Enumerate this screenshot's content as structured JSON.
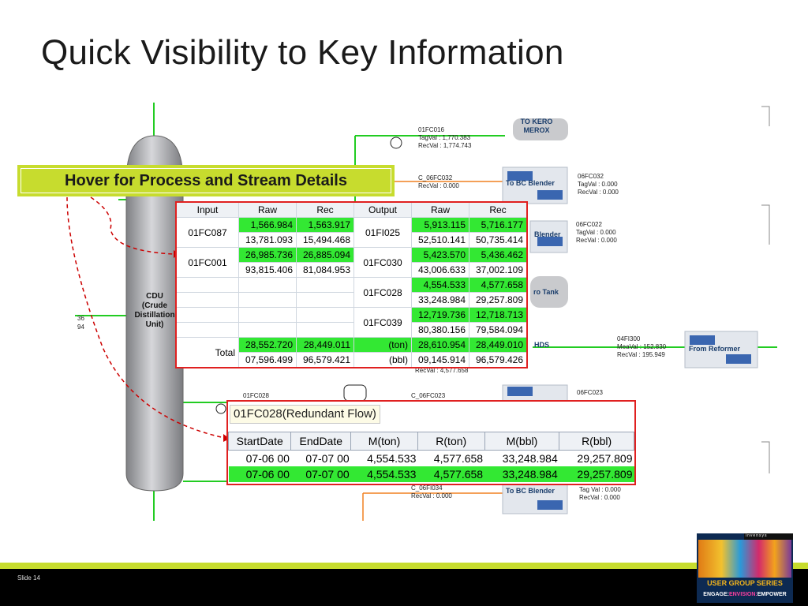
{
  "title": "Quick Visibility to Key Information",
  "banner": "Hover for Process and Stream Details",
  "cdu": {
    "line1": "CDU",
    "line2": "(Crude",
    "line3": "Distillation",
    "line4": "Unit)",
    "edge_top": "36",
    "edge_bottom": "94"
  },
  "streams": {
    "kero": {
      "tag": "01FC016",
      "tagval": "TagVal : 1,770.383",
      "recval": "RecVal : 1,774.743",
      "dest_line1": "TO KERO",
      "dest_line2": "MEROX"
    },
    "bc1": {
      "tag": "C_06FC032",
      "recval": "RecVal : 0.000",
      "dest": "To BC Blender",
      "right_tag": "06FC032",
      "right_tagval": "TagVal : 0.000",
      "right_recval": "RecVal : 0.000"
    },
    "blender2": {
      "dest": "Blender",
      "right_tag": "06FC022",
      "right_tagval": "TagVal : 0.000",
      "right_recval": "RecVal : 0.000"
    },
    "tank": {
      "dest": "ro Tank"
    },
    "hds": {
      "dest": "HDS",
      "recval": "RecVal : 4,577.658"
    },
    "reformer": {
      "tag": "04FI300",
      "meaval": "MeaVal : 152.830",
      "recval": "RecVal : 195.949",
      "dest": "From Reformer"
    },
    "lower": {
      "left_tag": "01FC028",
      "mid_tag": "C_06FC023",
      "right_tag": "06FC023"
    },
    "bc2": {
      "tag": "C_06FI034",
      "recval": "RecVal : 0.000",
      "dest": "To BC Blender",
      "right_tagval": "Tag Val : 0.000",
      "right_recval": "RecVal : 0.000"
    }
  },
  "flow_table": {
    "headers": [
      "Input",
      "Raw",
      "Rec",
      "Output",
      "Raw",
      "Rec"
    ],
    "input_groups": [
      {
        "name": "01FC087",
        "rows": [
          [
            "1,566.984",
            "1,563.917"
          ],
          [
            "13,781.093",
            "15,494.468"
          ]
        ]
      },
      {
        "name": "01FC001",
        "rows": [
          [
            "26,985.736",
            "26,885.094"
          ],
          [
            "93,815.406",
            "81,084.953"
          ]
        ]
      }
    ],
    "output_groups": [
      {
        "name": "01FI025",
        "rows": [
          [
            "5,913.115",
            "5,716.177"
          ],
          [
            "52,510.141",
            "50,735.414"
          ]
        ]
      },
      {
        "name": "01FC030",
        "rows": [
          [
            "5,423.570",
            "5,436.462"
          ],
          [
            "43,006.633",
            "37,002.109"
          ]
        ]
      },
      {
        "name": "01FC028",
        "rows": [
          [
            "4,554.533",
            "4,577.658"
          ],
          [
            "33,248.984",
            "29,257.809"
          ]
        ]
      },
      {
        "name": "01FC039",
        "rows": [
          [
            "12,719.736",
            "12,718.713"
          ],
          [
            "80,380.156",
            "79,584.094"
          ]
        ]
      }
    ],
    "total": {
      "label": "Total",
      "in_ton": [
        "28,552.720",
        "28,449.011"
      ],
      "in_bbl": [
        "07,596.499",
        "96,579.421"
      ],
      "unit_ton": "(ton)",
      "unit_bbl": "(bbl)",
      "out_ton": [
        "28,610.954",
        "28,449.010"
      ],
      "out_bbl": [
        "09,145.914",
        "96,579.426"
      ]
    }
  },
  "redundant": {
    "title": "01FC028(Redundant Flow)",
    "headers": [
      "StartDate",
      "EndDate",
      "M(ton)",
      "R(ton)",
      "M(bbl)",
      "R(bbl)"
    ],
    "rows": [
      [
        "07-06 00",
        "07-07 00",
        "4,554.533",
        "4,577.658",
        "33,248.984",
        "29,257.809"
      ],
      [
        "07-06 00",
        "07-07 00",
        "4,554.533",
        "4,577.658",
        "33,248.984",
        "29,257.809"
      ]
    ]
  },
  "footer": {
    "slide": "Slide 14"
  },
  "logo": {
    "brand": "invensys",
    "series": "USER GROUP SERIES",
    "tag_a": "ENGAGE:",
    "tag_b": "ENVISION:",
    "tag_c": "EMPOWER"
  },
  "colors": {
    "banner": "#c7dc2e",
    "highlight": "#33e833",
    "border_red": "#e02020",
    "stream_green": "#22cc22",
    "stream_orange": "#f08020",
    "dashed_red": "#cc0000"
  }
}
